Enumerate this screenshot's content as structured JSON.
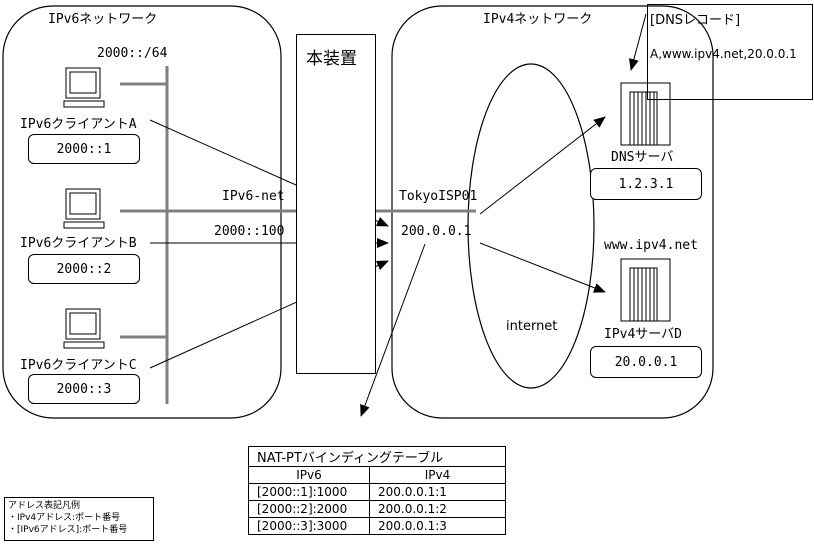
{
  "ipv6_network": {
    "title": "IPv6ネットワーク",
    "prefix": "2000::/64",
    "segment_label": "IPv6-net",
    "segment_addr": "2000::100",
    "clients": [
      {
        "name": "IPv6クライアントA",
        "addr": "2000::1"
      },
      {
        "name": "IPv6クライアントB",
        "addr": "2000::2"
      },
      {
        "name": "IPv6クライアントC",
        "addr": "2000::3"
      }
    ]
  },
  "device": {
    "label": "本装置"
  },
  "ipv4_network": {
    "title": "IPv4ネットワーク",
    "isp_name": "TokyoISP01",
    "isp_addr": "200.0.0.1",
    "cloud_label": "internet",
    "dns_server": {
      "name": "DNSサーバ",
      "addr": "1.2.3.1"
    },
    "web_host": "www.ipv4.net",
    "ipv4_server": {
      "name": "IPv4サーバD",
      "addr": "20.0.0.1"
    }
  },
  "dns_record": {
    "title": "[DNSレコード]",
    "entry": "A,www.ipv4.net,20.0.0.1"
  },
  "nat_table": {
    "title": "NAT-PTバインディングテーブル",
    "headers": [
      "IPv6",
      "IPv4"
    ],
    "rows": [
      [
        "[2000::1]:1000",
        "200.0.0.1:1"
      ],
      [
        "[2000::2]:2000",
        "200.0.0.1:2"
      ],
      [
        "[2000::3]:3000",
        "200.0.0.1:3"
      ]
    ]
  },
  "legend": {
    "title": "アドレス表記凡例",
    "line1": "・IPv4アドレス:ポート番号",
    "line2": "・[IPv6アドレス]:ポート番号"
  }
}
